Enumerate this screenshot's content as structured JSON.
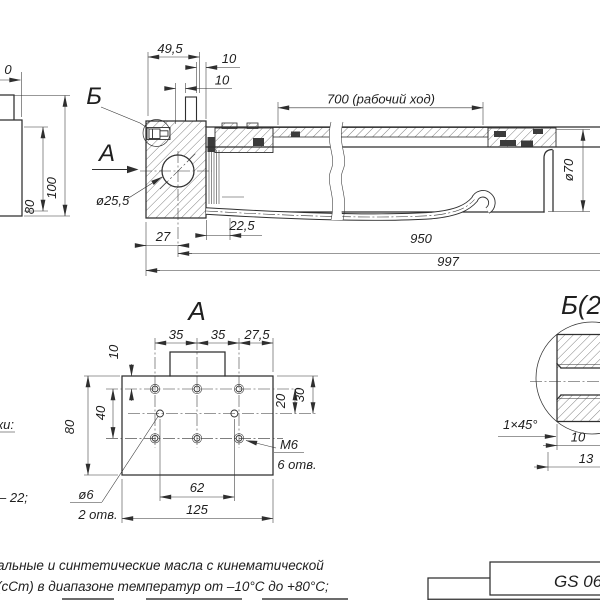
{
  "main": {
    "dim_49_5": "49,5",
    "dim_10_a": "10",
    "dim_10_b": "10",
    "dim_stroke": "700 (рабочий ход)",
    "dim_rod_dia": "ø70",
    "dim_hole_dia": "ø25,5",
    "dim_27": "27",
    "dim_22_5": "22,5",
    "dim_950": "950",
    "dim_997": "997",
    "label_detail": "Б",
    "label_view": "А",
    "left_dim_fragment": "0",
    "left_dim_80": "80",
    "left_dim_100": "100"
  },
  "view_a": {
    "title": "А",
    "dim_35_a": "35",
    "dim_35_b": "35",
    "dim_27_5": "27,5",
    "dim_10": "10",
    "dim_40": "40",
    "dim_80": "80",
    "dim_20": "20",
    "dim_30": "30",
    "dim_62": "62",
    "dim_125": "125",
    "note_hole_dia": "ø6",
    "note_hole_qty": "2 отв.",
    "note_thread": "М6",
    "note_thread_qty": "6 отв."
  },
  "detail_b": {
    "title": "Б(2",
    "dim_chamfer": "1×45°",
    "dim_10": "10",
    "dim_13": "13"
  },
  "notes": {
    "fragment_heading": "ки:",
    "fragment_item": "– 22;",
    "line1": "альные и синтетические масла с кинематической",
    "line2": "(сСт) в диапазоне температур от –10°С до +80°С;"
  },
  "title_block": {
    "code": "GS 06"
  }
}
